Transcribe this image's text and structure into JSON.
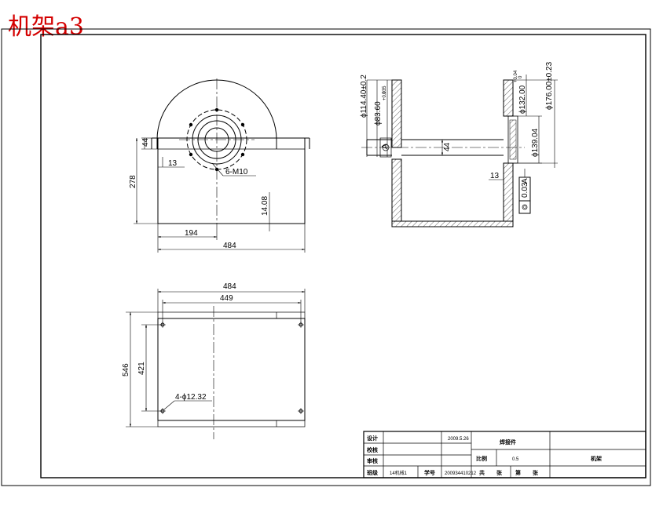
{
  "sheet_title": "机架a3",
  "dims_front": {
    "d44": "44",
    "d13": "13",
    "d278": "278",
    "holes": "6-M10",
    "d14": "14.08",
    "d194": "194",
    "d484": "484"
  },
  "dims_section": {
    "dia114": "ϕ114.40±0.2",
    "dia83_val": "ϕ83.60",
    "dia83_tol_upper": "+0.035",
    "dia83_tol_lower": "0",
    "dia132_val": "ϕ132.00",
    "dia132_tol_upper": "+0.04",
    "dia132_tol_lower": "0",
    "dia176": "ϕ176.00±0.23",
    "d44": "44",
    "dia139": "ϕ139.04",
    "d13": "13",
    "datum": "A",
    "gdt_value": "0.03",
    "gdt_datum": "A"
  },
  "dims_bottom": {
    "d484": "484",
    "d449": "449",
    "d546": "546",
    "d421": "421",
    "holes": "4-ϕ12.32"
  },
  "title_block": {
    "design": "设计",
    "design_date": "2009.5.26",
    "check": "校核",
    "review": "审核",
    "class": "班级",
    "class_val": "14机械1",
    "student_no": "学号",
    "student_no_val": "200934410212",
    "material": "焊接件",
    "scale": "比例",
    "scale_val": "0.5",
    "total_a": "共",
    "total_b": "张",
    "sheet_a": "第",
    "sheet_b": "张",
    "part_name": "机架"
  }
}
